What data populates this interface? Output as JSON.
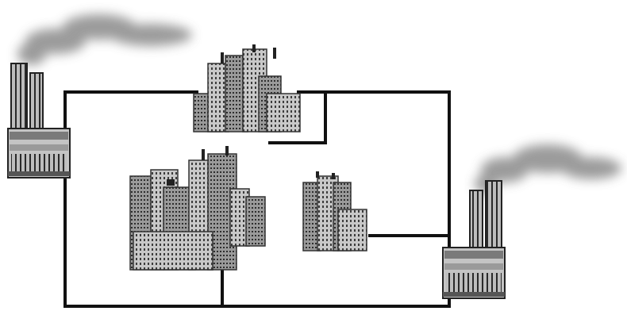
{
  "diagram": {
    "style": "grayscale pixelated clip-art",
    "colors": {
      "line": "#111111",
      "smoke": "#8a8a8a",
      "building_dark": "#3a3a3a",
      "building_mid": "#8c8c8c",
      "building_light": "#d4d4d4",
      "background": "#ffffff"
    },
    "nodes": [
      {
        "id": "factory-west",
        "kind": "factory",
        "icon": "factory-icon",
        "emits_smoke": true
      },
      {
        "id": "factory-east",
        "kind": "factory",
        "icon": "factory-icon",
        "emits_smoke": true
      },
      {
        "id": "city-north",
        "kind": "city",
        "icon": "city-icon",
        "size": "medium"
      },
      {
        "id": "city-central",
        "kind": "city",
        "icon": "city-icon",
        "size": "large"
      },
      {
        "id": "city-east",
        "kind": "city",
        "icon": "city-icon",
        "size": "small"
      }
    ],
    "connections": [
      {
        "from": "factory-west",
        "to": "city-north"
      },
      {
        "from": "city-north",
        "to": "factory-east"
      },
      {
        "from": "factory-east",
        "to": "city-east"
      },
      {
        "from": "factory-east",
        "to": "factory-west"
      },
      {
        "from": "city-central",
        "to": "factory-west"
      }
    ]
  }
}
